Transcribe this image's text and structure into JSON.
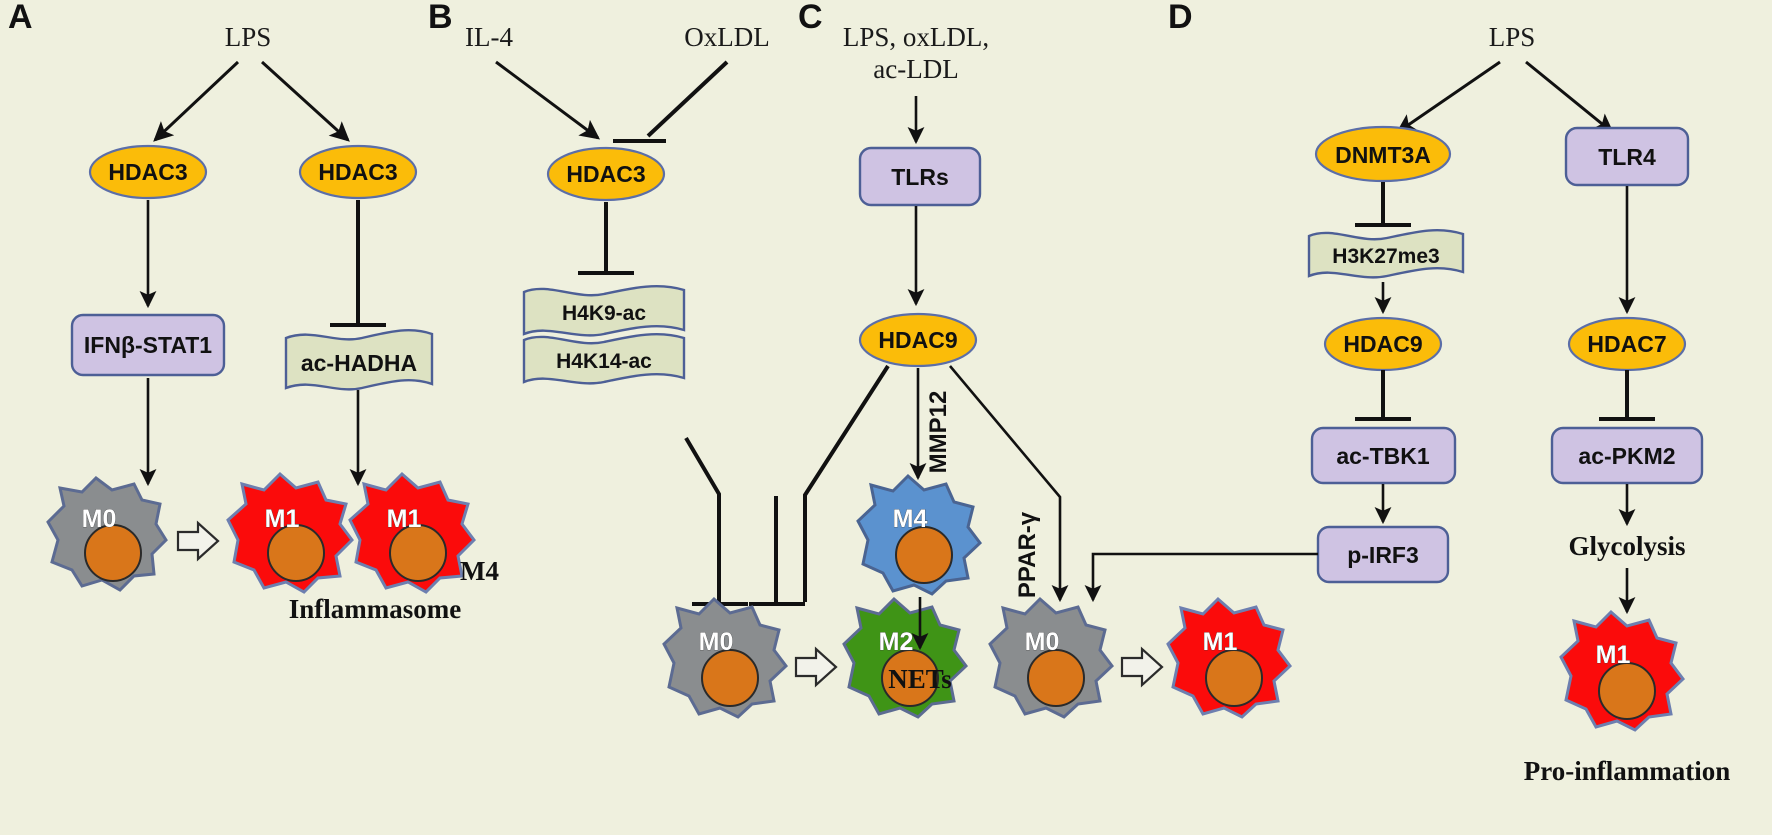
{
  "figure": {
    "background_color": "#eff0de",
    "panel_letters": [
      "A",
      "B",
      "C",
      "D"
    ]
  },
  "colors": {
    "enzyme_ellipse": "#fbbc09",
    "protein_box": "#cfc3e3",
    "histone_wave": "#dde2c2",
    "m0_cell": "#8a8d8f",
    "m1_cell": "#fb0b0b",
    "m2_cell": "#3f9416",
    "m4_cell": "#5b92cf",
    "nucleus": "#d9761a",
    "stroke": "#111111"
  },
  "panels": [
    {
      "id": "A",
      "letter": "A",
      "stimuli": [
        "LPS"
      ],
      "nodes": [
        {
          "name": "HDAC3",
          "shape": "ellipse"
        },
        {
          "name": "HDAC3",
          "shape": "ellipse"
        },
        {
          "name": "IFNβ-STAT1",
          "shape": "rect"
        },
        {
          "name": "ac-HADHA",
          "shape": "wave"
        }
      ],
      "cells": [
        {
          "label": "M0",
          "color": "#8a8d8f"
        },
        {
          "label": "M1",
          "color": "#fb0b0b"
        },
        {
          "label": "M1",
          "color": "#fb0b0b"
        }
      ],
      "outcomes": [
        "Inflammasome"
      ]
    },
    {
      "id": "B",
      "letter": "B",
      "stimuli": [
        "IL-4",
        "OxLDL"
      ],
      "nodes": [
        {
          "name": "HDAC3",
          "shape": "ellipse"
        },
        {
          "name": "H4K9-ac",
          "shape": "wave"
        },
        {
          "name": "H4K14-ac",
          "shape": "wave"
        }
      ],
      "cells": [
        {
          "label": "M0",
          "color": "#8a8d8f"
        },
        {
          "label": "M2",
          "color": "#3f9416"
        }
      ],
      "annotations": [
        "M4"
      ]
    },
    {
      "id": "C",
      "letter": "C",
      "stimuli": [
        "LPS, oxLDL,",
        "ac-LDL"
      ],
      "nodes": [
        {
          "name": "TLRs",
          "shape": "rect"
        },
        {
          "name": "HDAC9",
          "shape": "ellipse"
        }
      ],
      "edge_labels": [
        "MMP12",
        "PPAR-γ"
      ],
      "cells": [
        {
          "label": "M4",
          "color": "#5b92cf"
        },
        {
          "label": "M0",
          "color": "#8a8d8f"
        },
        {
          "label": "M1",
          "color": "#fb0b0b"
        }
      ],
      "outcomes": [
        "NETs"
      ]
    },
    {
      "id": "D",
      "letter": "D",
      "stimuli": [
        "LPS"
      ],
      "nodes": [
        {
          "name": "DNMT3A",
          "shape": "ellipse"
        },
        {
          "name": "TLR4",
          "shape": "rect"
        },
        {
          "name": "H3K27me3",
          "shape": "wave"
        },
        {
          "name": "HDAC9",
          "shape": "ellipse"
        },
        {
          "name": "HDAC7",
          "shape": "ellipse"
        },
        {
          "name": "ac-TBK1",
          "shape": "rect"
        },
        {
          "name": "ac-PKM2",
          "shape": "rect"
        },
        {
          "name": "p-IRF3",
          "shape": "rect"
        }
      ],
      "outcomes": [
        "Glycolysis",
        "Pro-inflammation"
      ],
      "cells": [
        {
          "label": "M1",
          "color": "#fb0b0b"
        }
      ]
    }
  ],
  "labels": {
    "A_letter": "A",
    "B_letter": "B",
    "C_letter": "C",
    "D_letter": "D",
    "A_lps": "LPS",
    "A_hdac3_left": "HDAC3",
    "A_hdac3_right": "HDAC3",
    "A_ifnb_stat1": "IFNβ-STAT1",
    "A_ac_hadha": "ac-HADHA",
    "A_m0": "M0",
    "A_m1a": "M1",
    "A_m1b": "M1",
    "A_inflammasome": "Inflammasome",
    "B_il4": "IL-4",
    "B_oxldl": "OxLDL",
    "B_hdac3": "HDAC3",
    "B_h4k9ac": "H4K9-ac",
    "B_h4k14ac": "H4K14-ac",
    "B_m4": "M4",
    "B_m0": "M0",
    "B_m2": "M2",
    "C_stim1": "LPS, oxLDL,",
    "C_stim2": "ac-LDL",
    "C_tlrs": "TLRs",
    "C_hdac9": "HDAC9",
    "C_mmp12": "MMP12",
    "C_ppar": "PPAR-γ",
    "C_m4": "M4",
    "C_nets": "NETs",
    "C_m0": "M0",
    "C_m1": "M1",
    "D_lps": "LPS",
    "D_dnmt3a": "DNMT3A",
    "D_tlr4": "TLR4",
    "D_h3k27me3": "H3K27me3",
    "D_hdac9": "HDAC9",
    "D_hdac7": "HDAC7",
    "D_actbk1": "ac-TBK1",
    "D_acpkm2": "ac-PKM2",
    "D_pirf3": "p-IRF3",
    "D_glycolysis": "Glycolysis",
    "D_m1": "M1",
    "D_proinflammation": "Pro-inflammation"
  }
}
